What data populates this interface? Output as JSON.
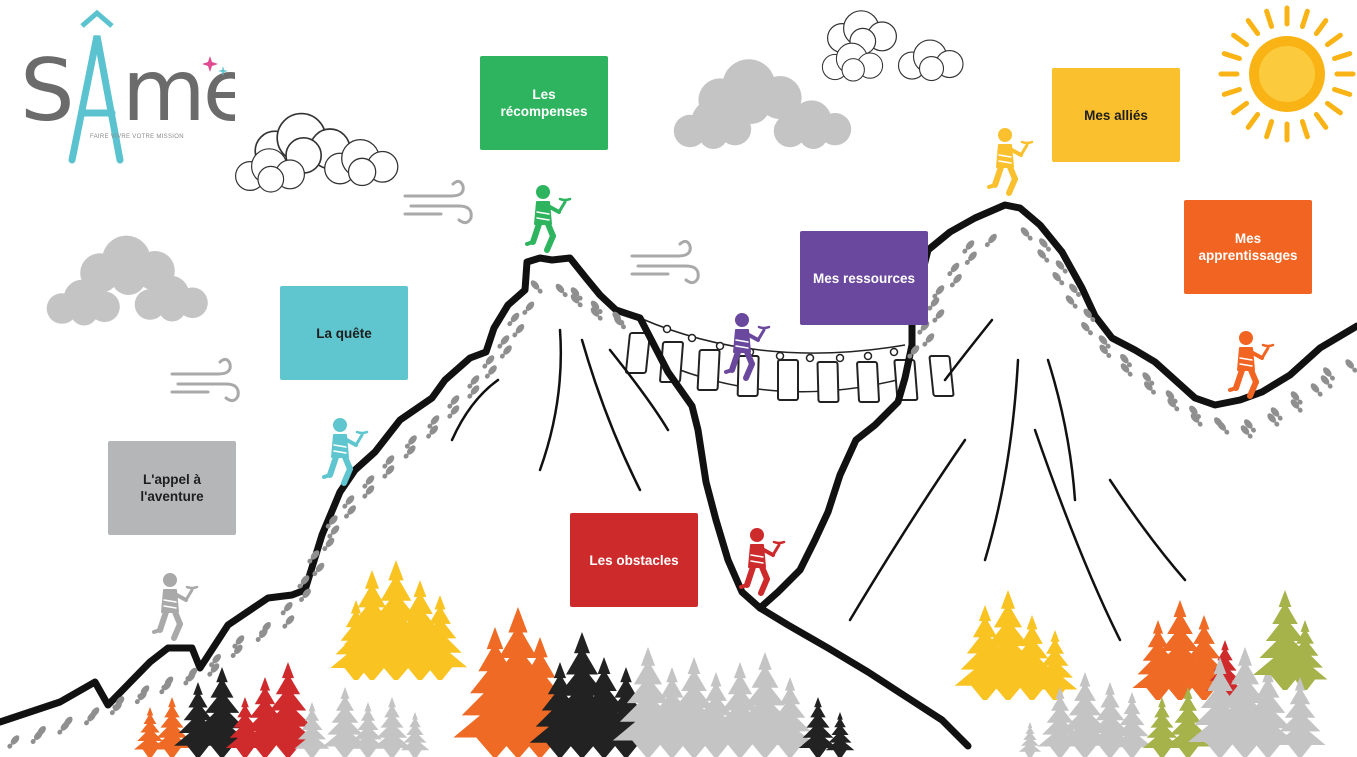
{
  "logo": {
    "name": "SÂme",
    "tagline": "FAIRE VIVRE VOTRE MISSION"
  },
  "stages": [
    {
      "id": "appel",
      "label": "L'appel à\nl'aventure",
      "color": "#b5b6b8",
      "text_color": "#1e1e1e"
    },
    {
      "id": "quete",
      "label": "La quête",
      "color": "#5fc6cf",
      "text_color": "#1e1e1e"
    },
    {
      "id": "recompenses",
      "label": "Les\nrécompenses",
      "color": "#2eb45e",
      "text_color": "#ffffff"
    },
    {
      "id": "obstacles",
      "label": "Les obstacles",
      "color": "#cd2a2c",
      "text_color": "#ffffff"
    },
    {
      "id": "ressources",
      "label": "Mes ressources",
      "color": "#6a489e",
      "text_color": "#ffffff"
    },
    {
      "id": "allies",
      "label": "Mes alliés",
      "color": "#fbc02d",
      "text_color": "#1e1e1e"
    },
    {
      "id": "apprentissages",
      "label": "Mes\napprentissages",
      "color": "#f26422",
      "text_color": "#ffffff"
    }
  ],
  "colors": {
    "mountain_outline": "#111111",
    "cloud_grey": "#c4c4c4",
    "footprint": "#8f8f8f",
    "sun": "#f9b315",
    "tree_orange": "#ef6a24",
    "tree_yellow": "#f9c322",
    "tree_red": "#cf2a2c",
    "tree_black": "#222222",
    "tree_grey": "#c4c4c4",
    "tree_olive": "#a6b24a"
  },
  "icons": [
    "climber-icon",
    "cloud-icon",
    "wind-icon",
    "sun-icon",
    "tree-icon",
    "footprints-icon",
    "rope-bridge-icon"
  ]
}
